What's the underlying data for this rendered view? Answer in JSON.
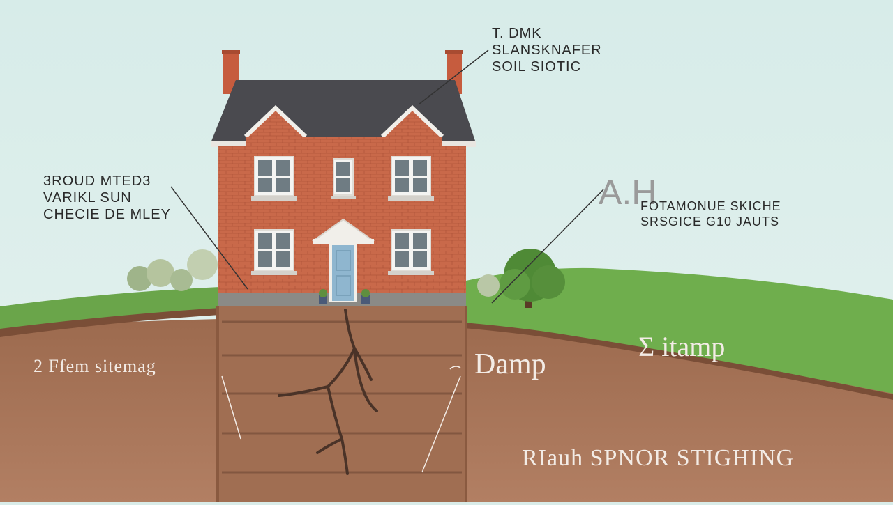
{
  "colors": {
    "sky": "#dcefec",
    "grass": "#6aa54a",
    "soil": "#a87457",
    "brick": "#c9694a",
    "roof": "#4a4a4f",
    "door": "#8fb6cf",
    "root": "#4a3328"
  },
  "labels": {
    "top_right": [
      "T. DMK",
      "SLANSKNAFER",
      "SOIL SIOTIC"
    ],
    "left": [
      "3ROUD MTED3",
      "VARIKL SUN",
      "CHECIE DE MLEY"
    ],
    "right_mid_big": "A.H",
    "right_mid": [
      "FOTAMONUE SKICHE",
      "SRSGICE G10 JAUTS"
    ],
    "soil_left": "2 Ffem sitemag",
    "soil_mid": "Damp",
    "soil_right": "Σ itamp",
    "soil_bottom": "RIauh SPNOR STIGHING"
  }
}
